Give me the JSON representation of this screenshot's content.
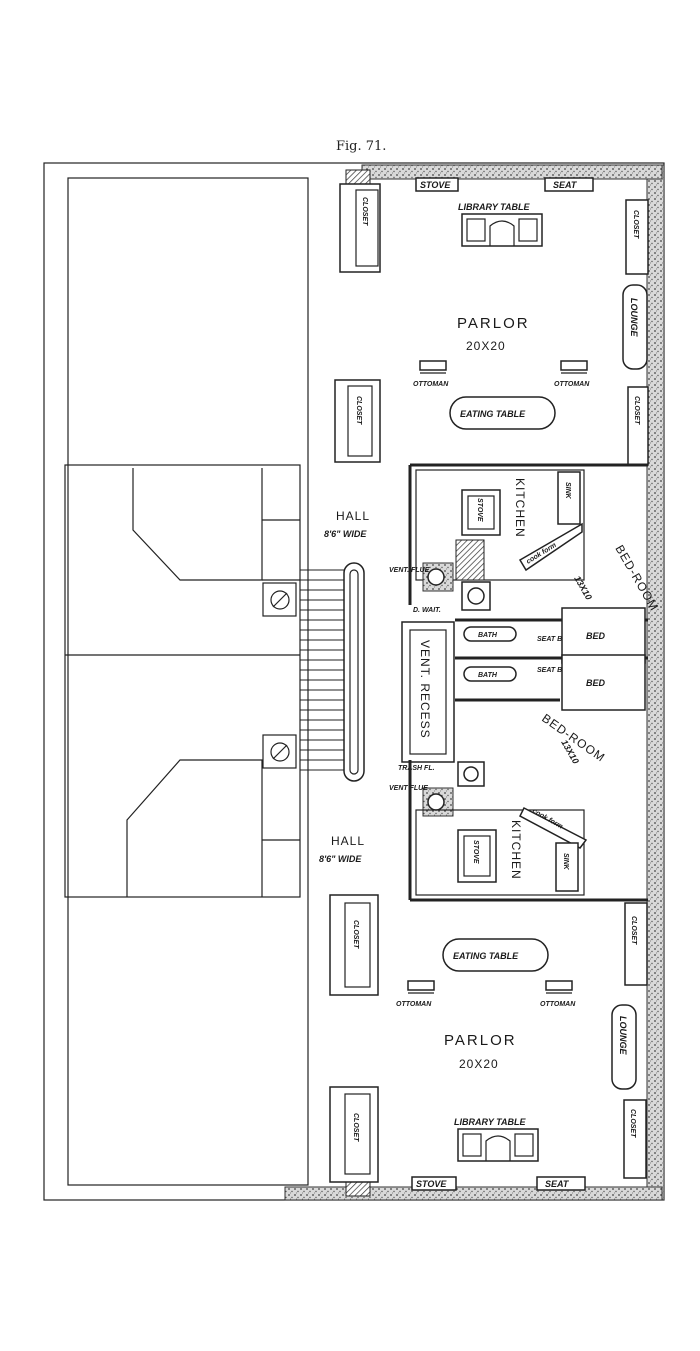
{
  "figure": {
    "caption": "Fig. 71."
  },
  "upper_flat": {
    "stove": "STOVE",
    "seat": "SEAT",
    "library_table": "LIBRARY TABLE",
    "closet_left_top": "CLOSET",
    "closet_right_top": "CLOSET",
    "lounge": "LOUNGE",
    "parlor": "PARLOR",
    "parlor_size": "20X20",
    "ottoman_left": "OTTOMAN",
    "ottoman_right": "OTTOMAN",
    "closet_left_mid": "CLOSET",
    "eating_table": "EATING TABLE",
    "closet_right_mid": "CLOSET",
    "hall": "HALL",
    "hall_width": "8'6\" WIDE",
    "kitchen": "KITCHEN",
    "kitchen_stove": "STOVE",
    "sink": "SINK",
    "cook_form": "cook form",
    "bedroom": "BED-ROOM",
    "bedroom_size": "13X10",
    "vent_flue": "VENT. FLUE",
    "d_wait": "D. WAIT.",
    "bath": "BATH",
    "seat_box": "SEAT BOX",
    "bed": "BED"
  },
  "center": {
    "vent_recess": "VENT. RECESS"
  },
  "lower_flat": {
    "bath": "BATH",
    "seat_box": "SEAT BOX",
    "bed": "BED",
    "trash_flue": "TRASH FL.",
    "vent_flue": "VENT FLUE",
    "bedroom": "BED-ROOM",
    "bedroom_size": "13X10",
    "cook_form": "cook form",
    "kitchen": "KITCHEN",
    "kitchen_stove": "STOVE",
    "sink": "SINK",
    "hall": "HALL",
    "hall_width": "8'6\" WIDE",
    "closet_left_mid": "CLOSET",
    "eating_table": "EATING TABLE",
    "closet_right_mid": "CLOSET",
    "ottoman_left": "OTTOMAN",
    "ottoman_right": "OTTOMAN",
    "lounge": "LOUNGE",
    "parlor": "PARLOR",
    "parlor_size": "20X20",
    "library_table": "LIBRARY TABLE",
    "closet_left_bottom": "CLOSET",
    "closet_right_bottom": "CLOSET",
    "stove": "STOVE",
    "seat": "SEAT"
  }
}
